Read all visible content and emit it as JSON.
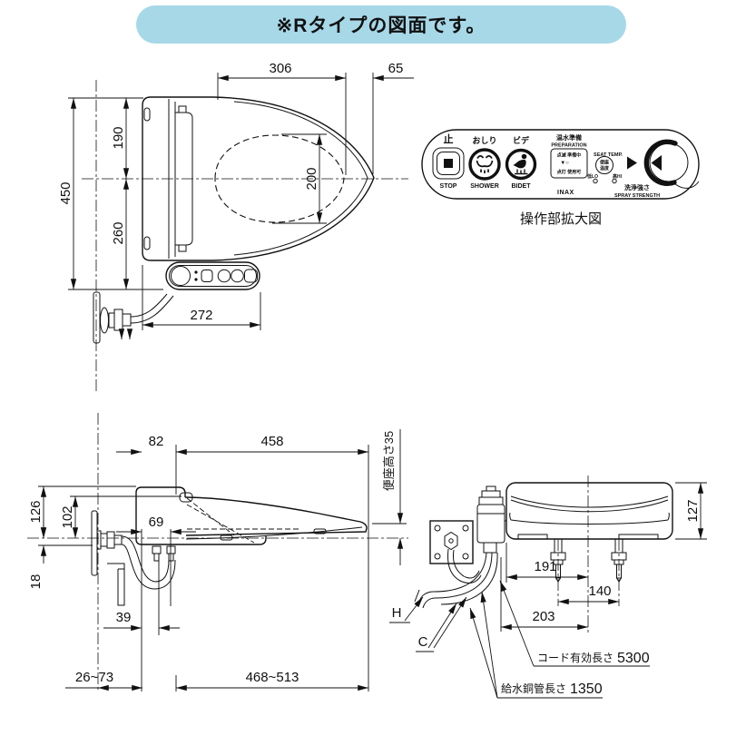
{
  "banner": {
    "text": "※Rタイプの図面です。",
    "bg": "#a7d8e8"
  },
  "top_view": {
    "dim_306": "306",
    "dim_65": "65",
    "dim_450": "450",
    "dim_190": "190",
    "dim_260": "260",
    "dim_200": "200",
    "dim_272": "272"
  },
  "control_panel": {
    "caption": "操作部拡大図",
    "stop_jp": "止",
    "stop_en": "STOP",
    "shower_jp": "おしり",
    "shower_en": "SHOWER",
    "bidet_jp": "ビデ",
    "bidet_en": "BIDET",
    "prep_jp": "温水準備",
    "prep_en": "PREPARATION",
    "prep_l1": "点滅 準備中",
    "prep_l2": "▼○",
    "prep_l3": "点灯 使用可",
    "seattemp_en": "SEAT TEMP.",
    "seat_circle_l1": "便座",
    "seat_circle_l2": "温度",
    "low": "低LO",
    "high": "高HI",
    "spray_jp": "洗浄強さ",
    "spray_en": "SPRAY STRENGTH",
    "brand": "INAX"
  },
  "side_view": {
    "dim_82": "82",
    "dim_458": "458",
    "seat_height": "便座高さ35",
    "dim_126": "126",
    "dim_102": "102",
    "dim_69": "69",
    "dim_18": "18",
    "dim_39": "39",
    "dim_26_73": "26~73",
    "dim_468_513": "468~513"
  },
  "rear_view": {
    "dim_127": "127",
    "dim_191": "191",
    "dim_140": "140",
    "dim_203": "203",
    "label_h": "H",
    "label_c": "C",
    "cord_label": "コード有効長さ",
    "cord_value": "5300",
    "pipe_label": "給水銅管長さ",
    "pipe_value": "1350"
  }
}
